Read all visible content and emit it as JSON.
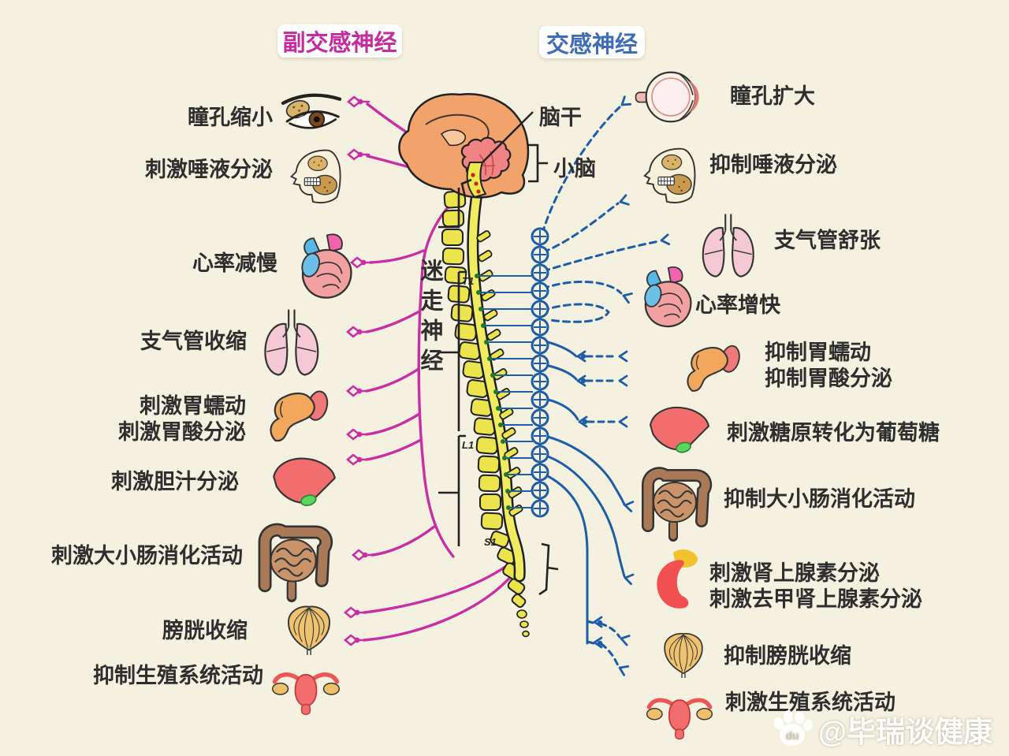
{
  "badges": {
    "parasympathetic": "副交感神经",
    "sympathetic": "交感神经"
  },
  "center": {
    "brainstem": "脑干",
    "cerebellum": "小脑",
    "vagus": "迷走神经",
    "markers": [
      "T1",
      "L1",
      "S1"
    ]
  },
  "left_labels": [
    {
      "lines": [
        "瞳孔缩小"
      ],
      "icon": "eye-icon"
    },
    {
      "lines": [
        "刺激唾液分泌"
      ],
      "icon": "skull-icon"
    },
    {
      "lines": [
        "心率减慢"
      ],
      "icon": "heart-icon"
    },
    {
      "lines": [
        "支气管收缩"
      ],
      "icon": "lungs-icon"
    },
    {
      "lines": [
        "刺激胃蠕动",
        "刺激胃酸分泌"
      ],
      "icon": "stomach-icon"
    },
    {
      "lines": [
        "刺激胆汁分泌"
      ],
      "icon": "liver-icon"
    },
    {
      "lines": [
        "刺激大小肠消化活动"
      ],
      "icon": "intestines-icon"
    },
    {
      "lines": [
        "膀胱收缩"
      ],
      "icon": "bladder-icon"
    },
    {
      "lines": [
        "抑制生殖系统活动"
      ],
      "icon": "uterus-icon"
    }
  ],
  "right_labels": [
    {
      "lines": [
        "瞳孔扩大"
      ],
      "icon": "eyeball-icon"
    },
    {
      "lines": [
        "抑制唾液分泌"
      ],
      "icon": "skull-icon"
    },
    {
      "lines": [
        "支气管舒张"
      ],
      "icon": "lungs-icon"
    },
    {
      "lines": [
        "心率增快"
      ],
      "icon": "heart-icon"
    },
    {
      "lines": [
        "抑制胃蠕动",
        "抑制胃酸分泌"
      ],
      "icon": "stomach-icon"
    },
    {
      "lines": [
        "刺激糖原转化为葡萄糖"
      ],
      "icon": "liver-icon"
    },
    {
      "lines": [
        "抑制大小肠消化活动"
      ],
      "icon": "intestines-icon"
    },
    {
      "lines": [
        "刺激肾上腺素分泌",
        "刺激去甲肾上腺素分泌"
      ],
      "icon": "kidney-icon"
    },
    {
      "lines": [
        "抑制膀胱收缩"
      ],
      "icon": "bladder-icon"
    },
    {
      "lines": [
        "刺激生殖系统活动"
      ],
      "icon": "uterus-icon"
    }
  ],
  "watermark": {
    "text": "@毕瑞谈健康",
    "logo": "du"
  },
  "colors": {
    "background": "#f5f1e0",
    "parasympathetic": "#c92fa5",
    "sympathetic": "#1d5ca6",
    "text": "#2e2e2e",
    "spine_yellow": "#ece44c"
  }
}
